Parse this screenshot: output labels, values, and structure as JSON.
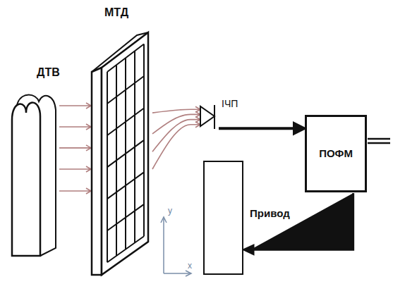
{
  "diagram": {
    "nodes": [
      {
        "text": [
          "ДТВ"
        ]
      },
      {
        "text": [
          "МТД"
        ]
      },
      {
        "text": [
          "ІЧП"
        ]
      },
      {
        "text": [
          "ПОФМ"
        ]
      },
      {
        "text": [
          "Привод"
        ]
      }
    ],
    "edges": [
      {
        "from": 0,
        "to": 1,
        "arrow": "to"
      },
      {
        "from": 1,
        "to": 2,
        "arrow": "to"
      },
      {
        "from": 2,
        "to": 3,
        "arrow": "to"
      },
      {
        "from": 3,
        "to": 4,
        "arrow": "to"
      }
    ],
    "labels": [
      "y",
      "x"
    ]
  }
}
